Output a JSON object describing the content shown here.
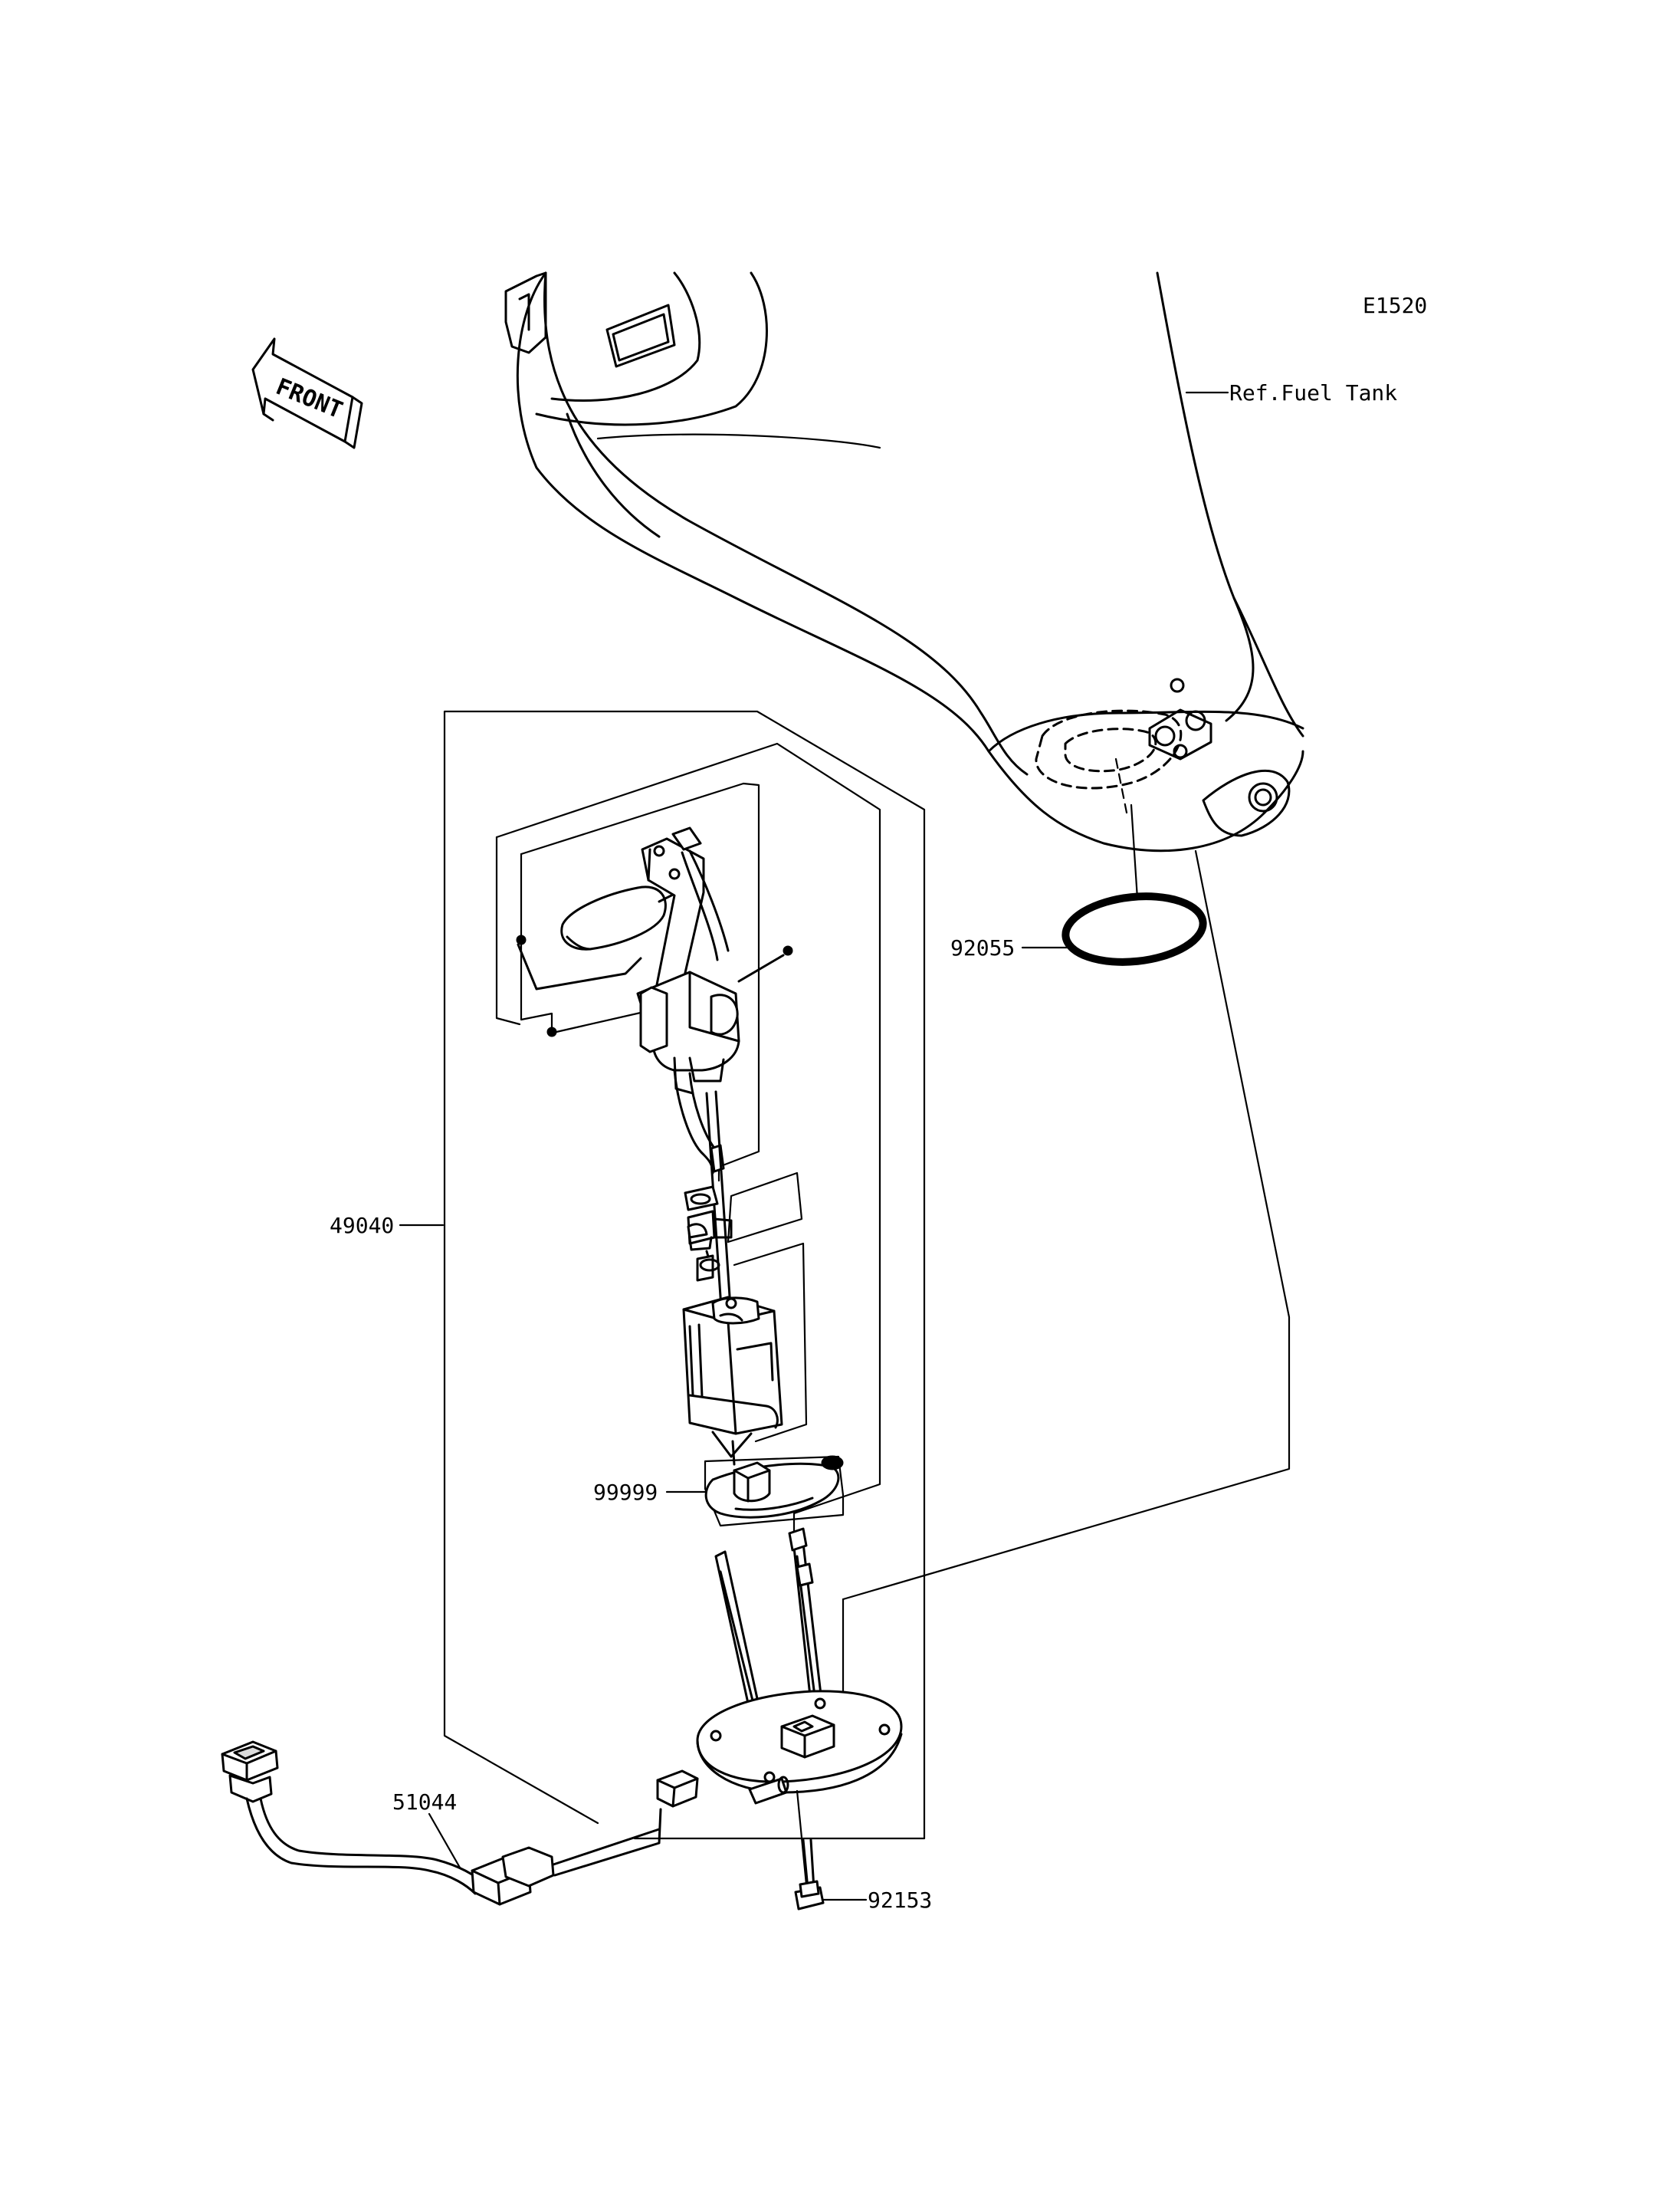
{
  "diagram_code": "E1520",
  "front_indicator": "FRONT",
  "reference_note": "Ref.Fuel Tank",
  "callouts": {
    "o_ring": "92055",
    "pump_assembly": "49040",
    "filter_part": "99999",
    "lead_harness": "51044",
    "bolt": "92153"
  }
}
